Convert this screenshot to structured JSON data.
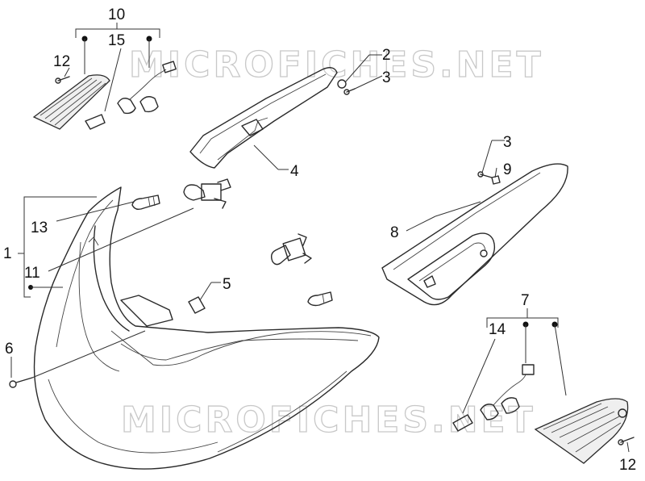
{
  "watermark": "MICROFICHES.NET",
  "labels": {
    "l10": "10",
    "l15": "15",
    "l12a": "12",
    "l2": "2",
    "l3a": "3",
    "l4": "4",
    "l3b": "3",
    "l9": "9",
    "l8": "8",
    "l1": "1",
    "l13": "13",
    "l11": "11",
    "l5": "5",
    "l6": "6",
    "l7": "7",
    "l14": "14",
    "l12b": "12"
  }
}
